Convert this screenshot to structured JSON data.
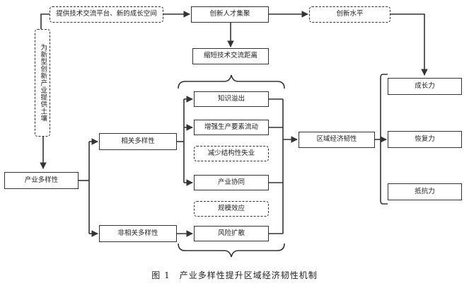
{
  "nodes": {
    "platform": "提供技术交流平台、新的成长空间",
    "talent": "创新人才集聚",
    "innovation": "创新水平",
    "shorten": "缩短技术交流距离",
    "breed": "为新型创新产业提供土壤",
    "diversity": "产业多样性",
    "related": "相关多样性",
    "unrelated": "非相关多样性",
    "spillover": "知识溢出",
    "factor": "增强生产要素流动",
    "reduce_unemp": "减少结构性失业",
    "synergy": "产业协同",
    "scale": "规模效应",
    "risk": "风险扩散",
    "resilience": "区域经济韧性",
    "growth": "成长力",
    "recovery": "恢复力",
    "resistance": "抵抗力"
  },
  "caption": "图 1　产业多样性提升区域经济韧性机制"
}
